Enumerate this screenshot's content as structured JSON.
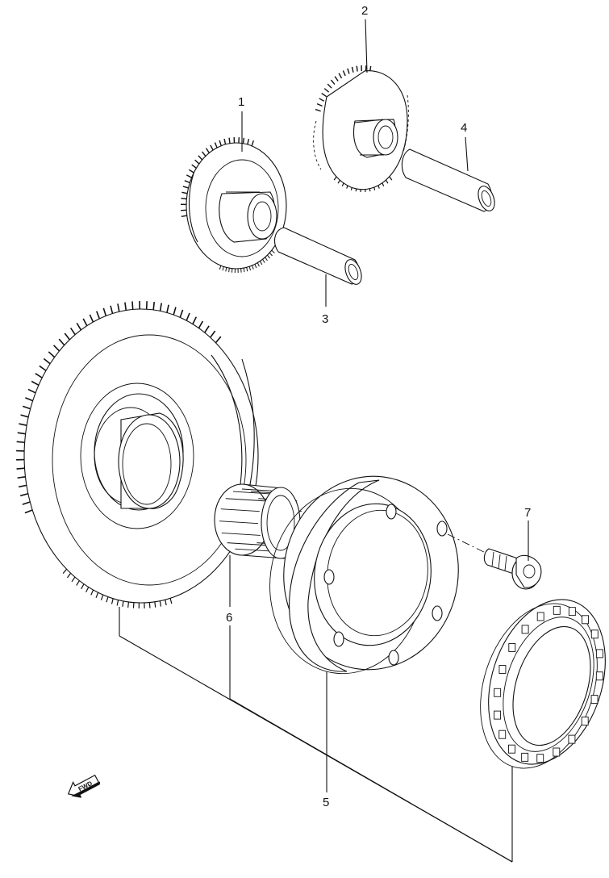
{
  "diagram": {
    "callouts": [
      {
        "id": "part-1",
        "label": "1"
      },
      {
        "id": "part-2",
        "label": "2"
      },
      {
        "id": "part-3",
        "label": "3"
      },
      {
        "id": "part-4",
        "label": "4"
      },
      {
        "id": "part-5",
        "label": "5"
      },
      {
        "id": "part-6",
        "label": "6"
      },
      {
        "id": "part-7",
        "label": "7"
      }
    ],
    "fwd_label": "FWD",
    "fwd_icon": "fwd-arrow-icon"
  }
}
